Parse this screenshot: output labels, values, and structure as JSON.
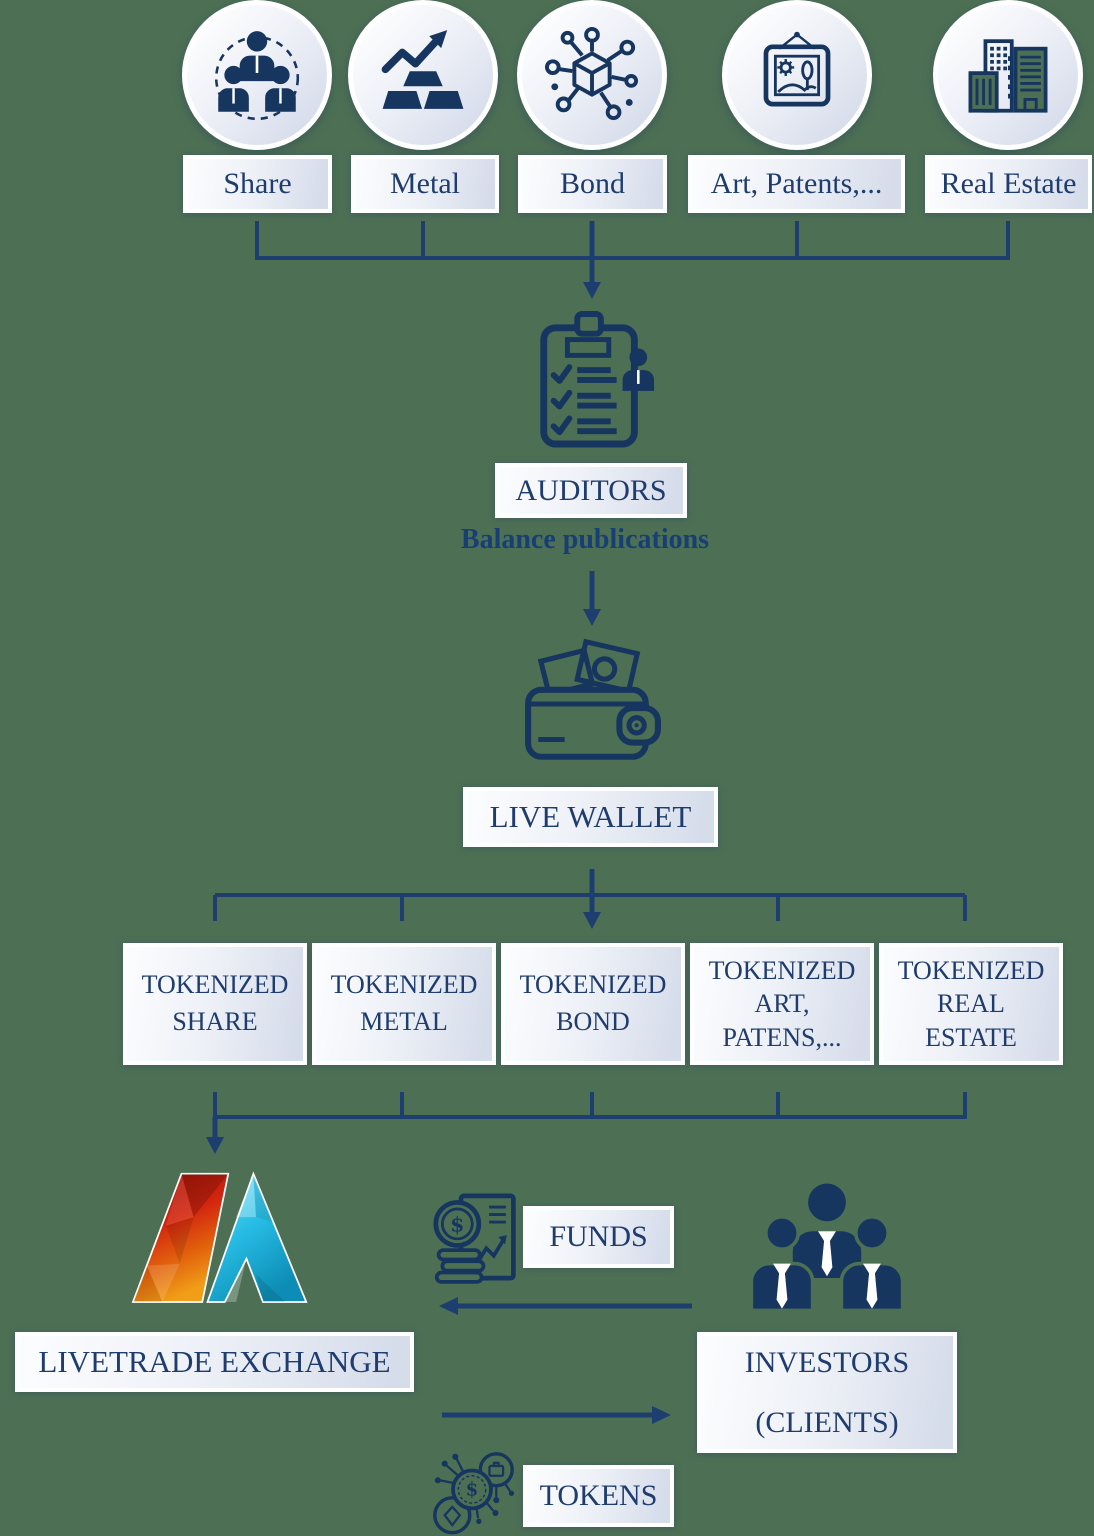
{
  "background_color": "#4d7055",
  "palette": {
    "navy": "#16355f",
    "line_navy": "#1d3e6f",
    "text_navy": "#1e3c6e",
    "box_gradient_start": "#fbfcfe",
    "box_gradient_end": "#d5dcea",
    "logo_red": "#c9200c",
    "logo_orange": "#ef8e12",
    "logo_cyan": "#2cc3e8",
    "logo_teal": "#0d8db5"
  },
  "assets": {
    "items": [
      {
        "label": "Share",
        "icon": "shareholders-icon"
      },
      {
        "label": "Metal",
        "icon": "gold-bars-chart-icon"
      },
      {
        "label": "Bond",
        "icon": "blockchain-cube-icon"
      },
      {
        "label": "Art, Patents,...",
        "icon": "picture-frame-icon"
      },
      {
        "label": "Real Estate",
        "icon": "buildings-icon"
      }
    ]
  },
  "auditors": {
    "title": "AUDITORS",
    "subtitle": "Balance publications",
    "icon": "audit-clipboard-icon"
  },
  "live_wallet": {
    "title": "LIVE WALLET",
    "icon": "wallet-icon"
  },
  "tokenized": {
    "items": [
      {
        "label": "TOKENIZED\nSHARE"
      },
      {
        "label": "TOKENIZED\nMETAL"
      },
      {
        "label": "TOKENIZED\nBOND"
      },
      {
        "label": "TOKENIZED\nART,\nPATENS,..."
      },
      {
        "label": "TOKENIZED\nREAL\nESTATE"
      }
    ]
  },
  "exchange": {
    "title": "LIVETRADE EXCHANGE",
    "icon": "livetrade-logo"
  },
  "flows": {
    "funds": {
      "label": "FUNDS",
      "icon": "funds-report-icon",
      "direction": "from investors to exchange"
    },
    "tokens": {
      "label": "TOKENS",
      "icon": "crypto-tokens-icon",
      "direction": "from exchange to investors"
    }
  },
  "investors": {
    "title": "INVESTORS\n(CLIENTS)",
    "icon": "investors-group-icon"
  },
  "glyphs": {
    "dollar": "$"
  }
}
